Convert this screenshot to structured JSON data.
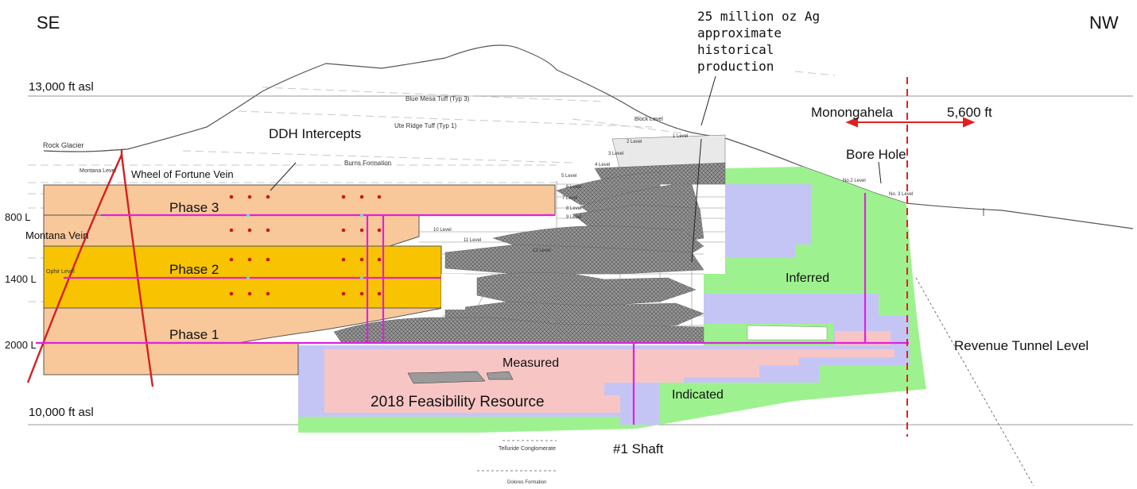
{
  "compass": {
    "left": "SE",
    "right": "NW"
  },
  "elevations": {
    "top": "13,000 ft asl",
    "bottom": "10,000 ft asl"
  },
  "levels": {
    "l800": "800 L",
    "l1400": "1400 L",
    "l2000": "2000 L"
  },
  "veins": {
    "montana": "Montana Vein",
    "wheel": "Wheel of Fortune Vein"
  },
  "phases": {
    "p3": "Phase 3",
    "p2": "Phase 2",
    "p1": "Phase 1"
  },
  "labels": {
    "ddh": "DDH Intercepts",
    "production": "25 million oz Ag approximate historical production",
    "monongahela": "Monongahela",
    "distance": "5,600 ft",
    "bore_hole": "Bore Hole",
    "revenue_tunnel": "Revenue Tunnel Level",
    "measured": "Measured",
    "indicated": "Indicated",
    "inferred": "Inferred",
    "feasibility": "2018 Feasibility Resource",
    "shaft": "#1 Shaft"
  },
  "geology": {
    "rock_glacier": "Rock Glacier",
    "montana_level": "Montana Level",
    "ophir_level": "Ophir Level",
    "blue_mesa": "Blue Mesa Tuff (Typ 3)",
    "ute_ridge": "Ute Ridge Tuff (Typ 1)",
    "burns": "Burns Formation",
    "block_level": "Block Level",
    "level_1": "1 Level",
    "level_2": "2 Level",
    "level_3": "3 Level",
    "level_4": "4 Level",
    "level_5": "5 Level",
    "level_6": "6 Level",
    "level_7": "7 Level",
    "level_8": "8 Level",
    "level_9": "9 Level",
    "level_10": "10 Level",
    "level_11": "11 Level",
    "level_12": "12 Level",
    "no2_level": "No.2 Level",
    "no3_level": "No. 3 Level",
    "telluride": "Telluride Conglomerate",
    "dolores": "Dolores Formation"
  },
  "colors": {
    "phase_fill": "#f9c89a",
    "phase2_fill": "#f8c300",
    "measured": "#f8c5c5",
    "indicated": "#c5c5f5",
    "inferred": "#9df28f",
    "vein_red": "#d42020",
    "magenta": "#e020e0",
    "dashed_red": "#e02020",
    "workings": "#8a8a8a"
  }
}
